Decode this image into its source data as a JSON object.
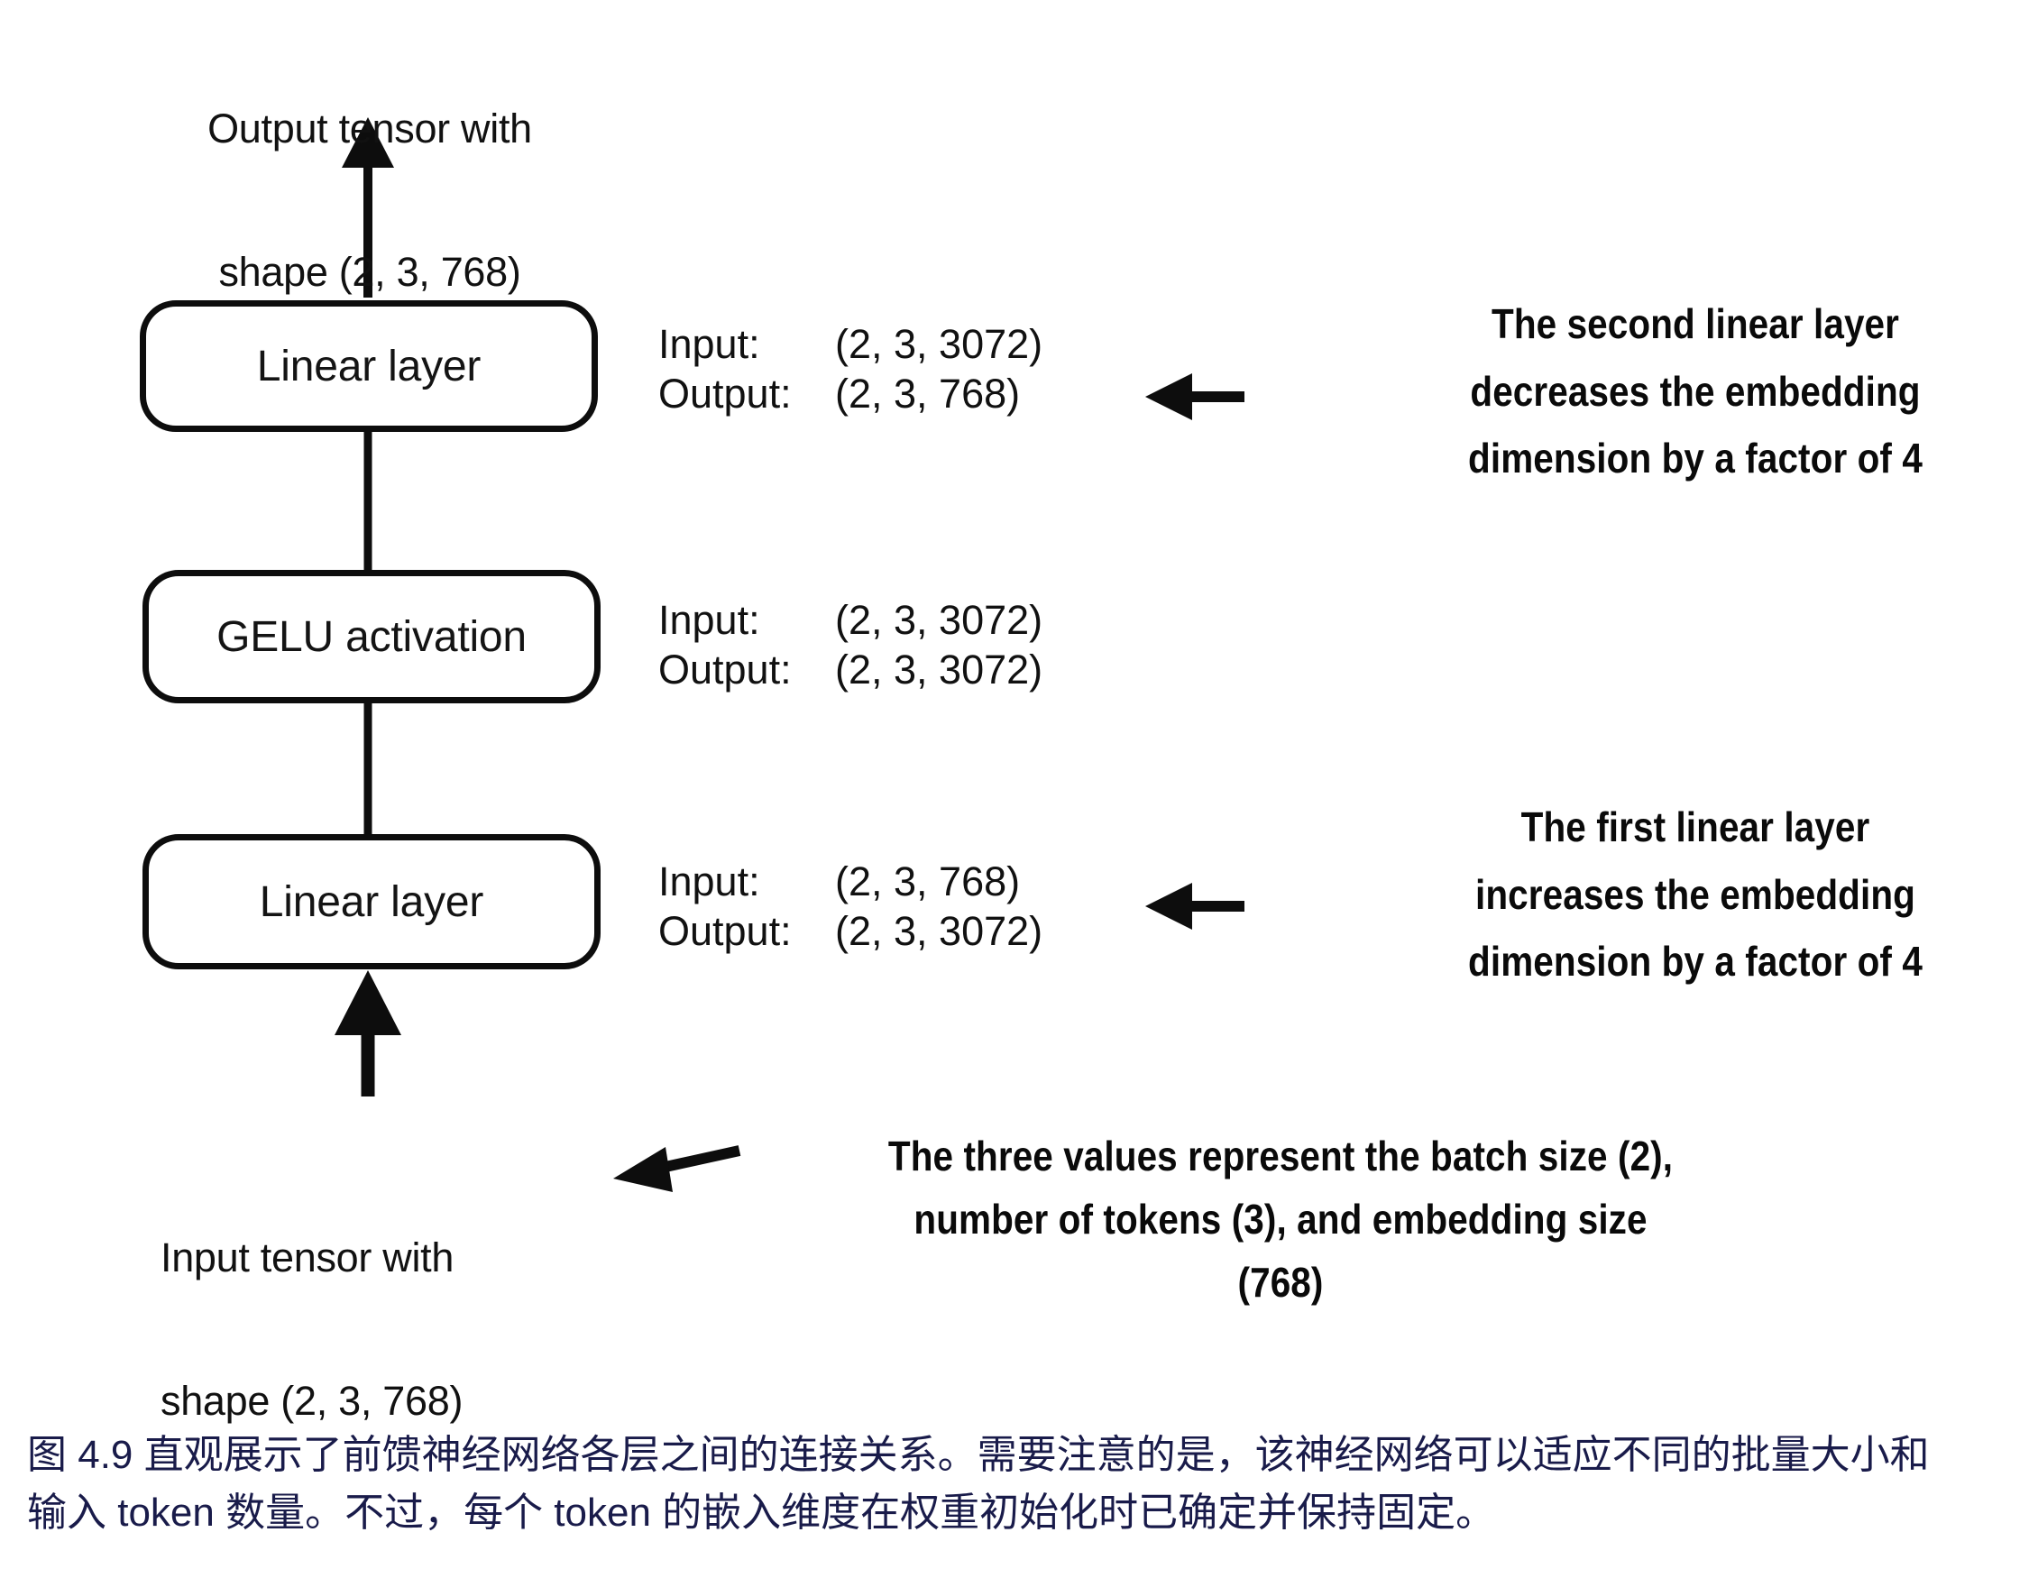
{
  "diagram": {
    "top_label": {
      "line1": "Output tensor with",
      "line2": "shape (2, 3, 768)"
    },
    "bottom_label": {
      "line1": "Input tensor with",
      "line2": "shape (2, 3, 768)"
    },
    "nodes": [
      {
        "id": "linear-2",
        "label": "Linear layer"
      },
      {
        "id": "gelu",
        "label": "GELU activation"
      },
      {
        "id": "linear-1",
        "label": "Linear layer"
      }
    ],
    "io_specs": [
      {
        "for": "linear-2",
        "input_key": "Input:",
        "input_value": "(2, 3, 3072)",
        "output_key": "Output:",
        "output_value": "(2, 3, 768)"
      },
      {
        "for": "gelu",
        "input_key": "Input:",
        "input_value": "(2, 3, 3072)",
        "output_key": "Output:",
        "output_value": "(2, 3, 3072)"
      },
      {
        "for": "linear-1",
        "input_key": "Input:",
        "input_value": "(2, 3, 768)",
        "output_key": "Output:",
        "output_value": "(2, 3, 3072)"
      }
    ],
    "annotations": [
      {
        "id": "second-linear-note",
        "line1": "The second linear layer",
        "line2": "decreases the embedding",
        "line3": "dimension by a factor of 4"
      },
      {
        "id": "first-linear-note",
        "line1": "The first linear layer",
        "line2": "increases the embedding",
        "line3": "dimension by a factor of 4"
      },
      {
        "id": "three-values-note",
        "line1": "The three values represent the batch size (2),",
        "line2": "number of tokens (3), and embedding size",
        "line3": "(768)"
      }
    ]
  },
  "caption": {
    "line1": "图 4.9 直观展示了前馈神经网络各层之间的连接关系。需要注意的是，该神经网络可以适应不同的批量大小和",
    "line2": "输入 token 数量。不过，每个 token 的嵌入维度在权重初始化时已确定并保持固定。",
    "color": "#191b4a"
  },
  "colors": {
    "ink": "#0d0d0d",
    "background": "#ffffff",
    "caption_blue": "#191b4a"
  }
}
